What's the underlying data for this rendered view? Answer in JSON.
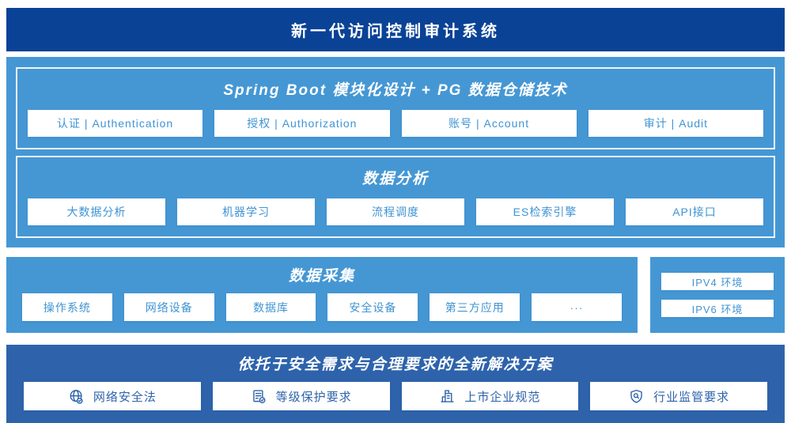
{
  "banner": {
    "title": "新一代访问控制审计系统"
  },
  "platform": {
    "modules_section": {
      "title": "Spring Boot 模块化设计 + PG 数据仓储技术",
      "items": [
        "认证 | Authentication",
        "授权 | Authorization",
        "账号 | Account",
        "审计 | Audit"
      ]
    },
    "analysis_section": {
      "title": "数据分析",
      "items": [
        "大数据分析",
        "机器学习",
        "流程调度",
        "ES检索引擎",
        "API接口"
      ]
    }
  },
  "collection": {
    "title": "数据采集",
    "items": [
      "操作系统",
      "网络设备",
      "数据库",
      "安全设备",
      "第三方应用",
      "···"
    ]
  },
  "network_env": {
    "items": [
      "IPV4 环境",
      "IPV6 环境"
    ]
  },
  "solution": {
    "title": "依托于安全需求与合理要求的全新解决方案",
    "items": [
      {
        "icon": "globe-check-icon",
        "label": "网络安全法"
      },
      {
        "icon": "document-check-icon",
        "label": "等级保护要求"
      },
      {
        "icon": "building-icon",
        "label": "上市企业规范"
      },
      {
        "icon": "shield-search-icon",
        "label": "行业监管要求"
      }
    ]
  },
  "colors": {
    "banner_bg": "#0a4296",
    "mid_bg": "#4597d4",
    "navy_bg": "#2e63ab",
    "chip_text": "#3f94d3",
    "navy_text": "#2e63ab",
    "panel_border": "#eef6fc"
  }
}
